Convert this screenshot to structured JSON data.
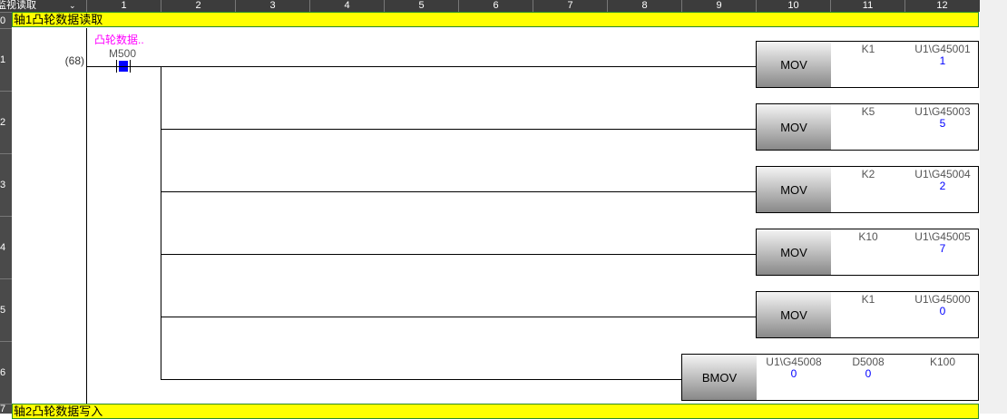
{
  "header": {
    "mode": "监视读取",
    "columns": [
      "1",
      "2",
      "3",
      "4",
      "5",
      "6",
      "7",
      "8",
      "9",
      "10",
      "11",
      "12"
    ]
  },
  "rows": [
    "0",
    "1",
    "2",
    "3",
    "4",
    "5",
    "6",
    "7"
  ],
  "comments": {
    "row0": "轴1凸轮数据读取",
    "row7": "轴2凸轮数据写入"
  },
  "step": "(68)",
  "contact": {
    "label": "凸轮数据..",
    "device": "M500"
  },
  "instructions": [
    {
      "name": "MOV",
      "ops": [
        {
          "t": "K1",
          "v": ""
        },
        {
          "t": "U1\\G45001",
          "v": "1"
        }
      ]
    },
    {
      "name": "MOV",
      "ops": [
        {
          "t": "K5",
          "v": ""
        },
        {
          "t": "U1\\G45003",
          "v": "5"
        }
      ]
    },
    {
      "name": "MOV",
      "ops": [
        {
          "t": "K2",
          "v": ""
        },
        {
          "t": "U1\\G45004",
          "v": "2"
        }
      ]
    },
    {
      "name": "MOV",
      "ops": [
        {
          "t": "K10",
          "v": ""
        },
        {
          "t": "U1\\G45005",
          "v": "7"
        }
      ]
    },
    {
      "name": "MOV",
      "ops": [
        {
          "t": "K1",
          "v": ""
        },
        {
          "t": "U1\\G45000",
          "v": "0"
        }
      ]
    },
    {
      "name": "BMOV",
      "ops": [
        {
          "t": "U1\\G45008",
          "v": "0"
        },
        {
          "t": "D5008",
          "v": "0"
        },
        {
          "t": "K100",
          "v": ""
        }
      ]
    }
  ]
}
